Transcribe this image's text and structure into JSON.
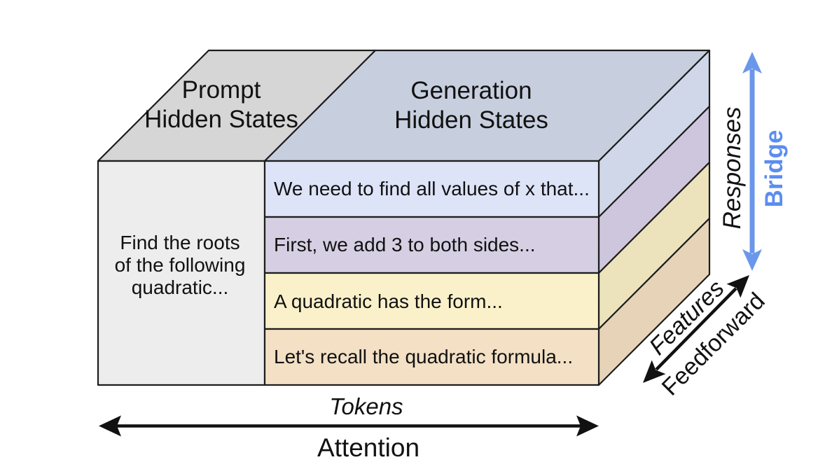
{
  "figure": {
    "top": {
      "prompt_label": "Prompt\nHidden States",
      "generation_label": "Generation\nHidden States"
    },
    "prompt_column": {
      "text": "Find the roots\nof the following\nquadratic..."
    },
    "generation_rows": [
      {
        "text": "We need to find all values of x that...",
        "front_color": "#dde4f8",
        "side_color": "#cfd7e8"
      },
      {
        "text": "First, we add 3 to both sides...",
        "front_color": "#d6cfe3",
        "side_color": "#cdc6dc"
      },
      {
        "text": "A quadratic has the form...",
        "front_color": "#faf1ca",
        "side_color": "#ece3bc"
      },
      {
        "text": "Let's recall the quadratic formula...",
        "front_color": "#f3e0c5",
        "side_color": "#e7d4b8"
      }
    ],
    "colors": {
      "prompt_top": "#d6d6d6",
      "generation_top": "#c7cfdf",
      "prompt_front": "#ededed",
      "outline": "#1d1d1d",
      "axis_black": "#111111",
      "axis_blue": "#6b97ea",
      "bridge_text": "#5b8df0"
    },
    "axes": {
      "tokens_label": "Tokens",
      "attention_label": "Attention",
      "responses_label": "Responses",
      "bridge_label": "Bridge",
      "features_label": "Features",
      "feedforward_label": "Feedforward"
    }
  }
}
